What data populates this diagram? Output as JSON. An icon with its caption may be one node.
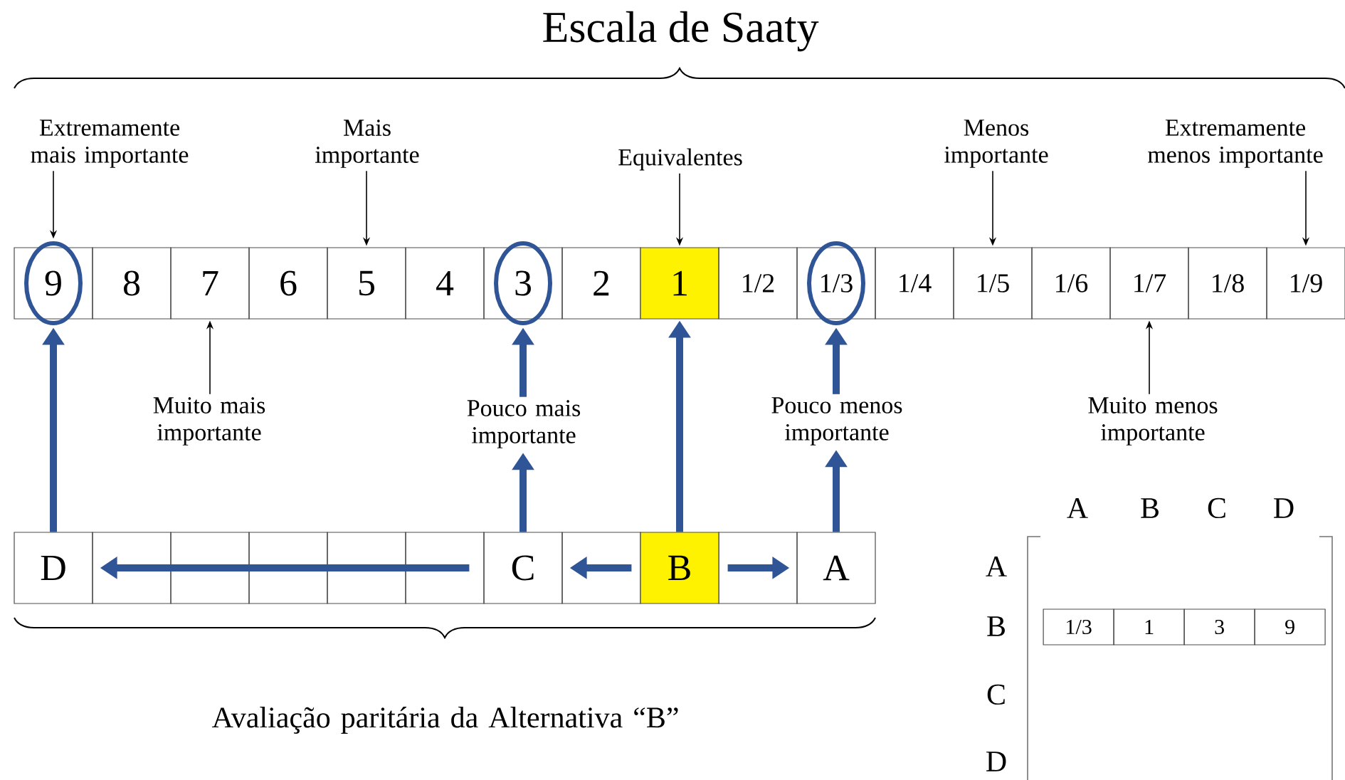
{
  "diagram": {
    "title": "Escala de Saaty",
    "nodes": [
      {
        "text": [
          "9"
        ]
      },
      {
        "text": [
          "8"
        ]
      },
      {
        "text": [
          "7"
        ]
      },
      {
        "text": [
          "6"
        ]
      },
      {
        "text": [
          "5"
        ]
      },
      {
        "text": [
          "4"
        ]
      },
      {
        "text": [
          "3"
        ]
      },
      {
        "text": [
          "2"
        ]
      },
      {
        "text": [
          "1"
        ]
      },
      {
        "text": [
          "1/2"
        ]
      },
      {
        "text": [
          "1/3"
        ]
      },
      {
        "text": [
          "1/4"
        ]
      },
      {
        "text": [
          "1/5"
        ]
      },
      {
        "text": [
          "1/6"
        ]
      },
      {
        "text": [
          "1/7"
        ]
      },
      {
        "text": [
          "1/8"
        ]
      },
      {
        "text": [
          "1/9"
        ]
      },
      {
        "text": [
          "Extremamente mais importante"
        ]
      },
      {
        "text": [
          "Mais importante"
        ]
      },
      {
        "text": [
          "Equivalentes"
        ]
      },
      {
        "text": [
          "Menos importante"
        ]
      },
      {
        "text": [
          "Extremamente menos importante"
        ]
      },
      {
        "text": [
          "Muito mais importante"
        ]
      },
      {
        "text": [
          "Pouco mais importante"
        ]
      },
      {
        "text": [
          "Pouco menos importante"
        ]
      },
      {
        "text": [
          "Muito menos importante"
        ]
      },
      {
        "text": [
          "D"
        ]
      },
      {
        "text": [
          "C"
        ]
      },
      {
        "text": [
          "B"
        ]
      },
      {
        "text": [
          "A"
        ]
      },
      {
        "text": [
          "1/3"
        ]
      },
      {
        "text": [
          "1"
        ]
      },
      {
        "text": [
          "3"
        ]
      },
      {
        "text": [
          "9"
        ]
      }
    ],
    "edges": [
      {
        "from": 17,
        "to": 0,
        "arrow": "to",
        "color": "#000000"
      },
      {
        "from": 18,
        "to": 4,
        "arrow": "to",
        "color": "#000000"
      },
      {
        "from": 19,
        "to": 8,
        "arrow": "to",
        "color": "#000000"
      },
      {
        "from": 20,
        "to": 12,
        "arrow": "to",
        "color": "#000000"
      },
      {
        "from": 21,
        "to": 16,
        "arrow": "to",
        "color": "#000000"
      },
      {
        "from": 22,
        "to": 2,
        "arrow": "to",
        "color": "#000000"
      },
      {
        "from": 25,
        "to": 14,
        "arrow": "to",
        "color": "#000000"
      },
      {
        "from": 26,
        "to": 0,
        "arrow": "to"
      },
      {
        "from": 27,
        "to": 23,
        "arrow": "to"
      },
      {
        "from": 23,
        "to": 6,
        "arrow": "to"
      },
      {
        "from": 28,
        "to": 8,
        "arrow": "to"
      },
      {
        "from": 29,
        "to": 24,
        "arrow": "to"
      },
      {
        "from": 24,
        "to": 10,
        "arrow": "to"
      },
      {
        "from": 27,
        "to": 26,
        "arrow": "to"
      },
      {
        "from": 28,
        "to": 27,
        "arrow": "to"
      },
      {
        "from": 28,
        "to": 29,
        "arrow": "to"
      }
    ],
    "labels": [
      "Avaliação paritária da Alternativa “B”",
      "A",
      "B",
      "C",
      "D",
      "A",
      "B",
      "C",
      "D"
    ]
  }
}
